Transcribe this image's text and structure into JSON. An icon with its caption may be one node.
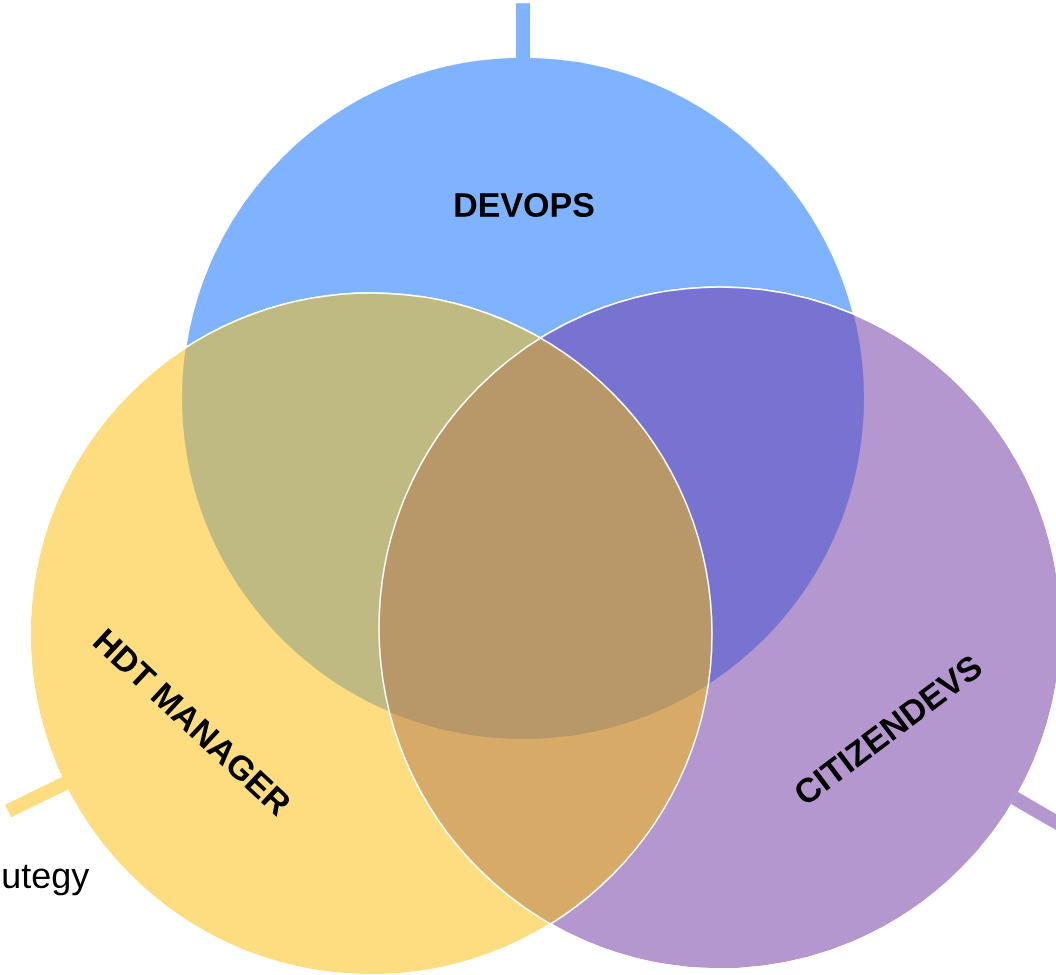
{
  "diagram": {
    "nodes": [
      {
        "text": [
          "DEVOPS"
        ]
      },
      {
        "text": [
          "HDT MANAGER"
        ]
      },
      {
        "text": [
          "CITIZENDEVS"
        ]
      }
    ],
    "edges": [
      {
        "from": null,
        "to": 0,
        "arrow": "none",
        "color": "#80b3ff"
      },
      {
        "from": null,
        "to": 1,
        "arrow": "none",
        "color": "#fedd80"
      },
      {
        "from": null,
        "to": 2,
        "arrow": "none",
        "color": "#b597d0"
      }
    ],
    "labels": [
      "utegy"
    ]
  }
}
